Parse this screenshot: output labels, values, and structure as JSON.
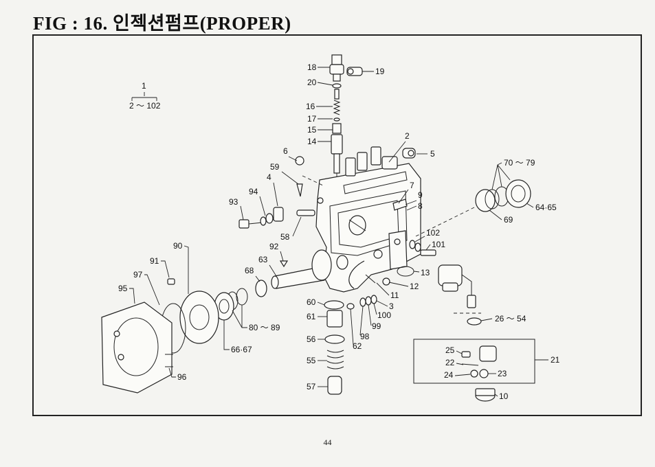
{
  "header": {
    "title": "FIG : 16. 인젝션펌프(PROPER)"
  },
  "footer": {
    "page_number": "44"
  },
  "assembly_note": {
    "top": "1",
    "range": "2 ～ 102"
  },
  "callouts": {
    "c2": "2",
    "c3": "3",
    "c4": "4",
    "c5": "5",
    "c6": "6",
    "c7": "7",
    "c8": "8",
    "c9": "9",
    "c10": "10",
    "c11": "11",
    "c12": "12",
    "c13": "13",
    "c14": "14",
    "c15": "15",
    "c16": "16",
    "c17": "17",
    "c18": "18",
    "c19": "19",
    "c20": "20",
    "c21": "21",
    "c22": "22",
    "c23": "23",
    "c24": "24",
    "c25": "25",
    "c26_54": "26 ～ 54",
    "c55": "55",
    "c56": "56",
    "c57": "57",
    "c58": "58",
    "c59": "59",
    "c60": "60",
    "c61": "61",
    "c62": "62",
    "c63": "63",
    "c64_65": "64·65",
    "c66_67": "66·67",
    "c68": "68",
    "c69": "69",
    "c70_79": "70 ～ 79",
    "c80_89": "80 ～ 89",
    "c90": "90",
    "c91": "91",
    "c93": "93",
    "c94": "94",
    "c92": "92",
    "c95": "95",
    "c96": "96",
    "c97": "97",
    "c98": "98",
    "c99": "99",
    "c100": "100",
    "c101": "101",
    "c102": "102"
  }
}
